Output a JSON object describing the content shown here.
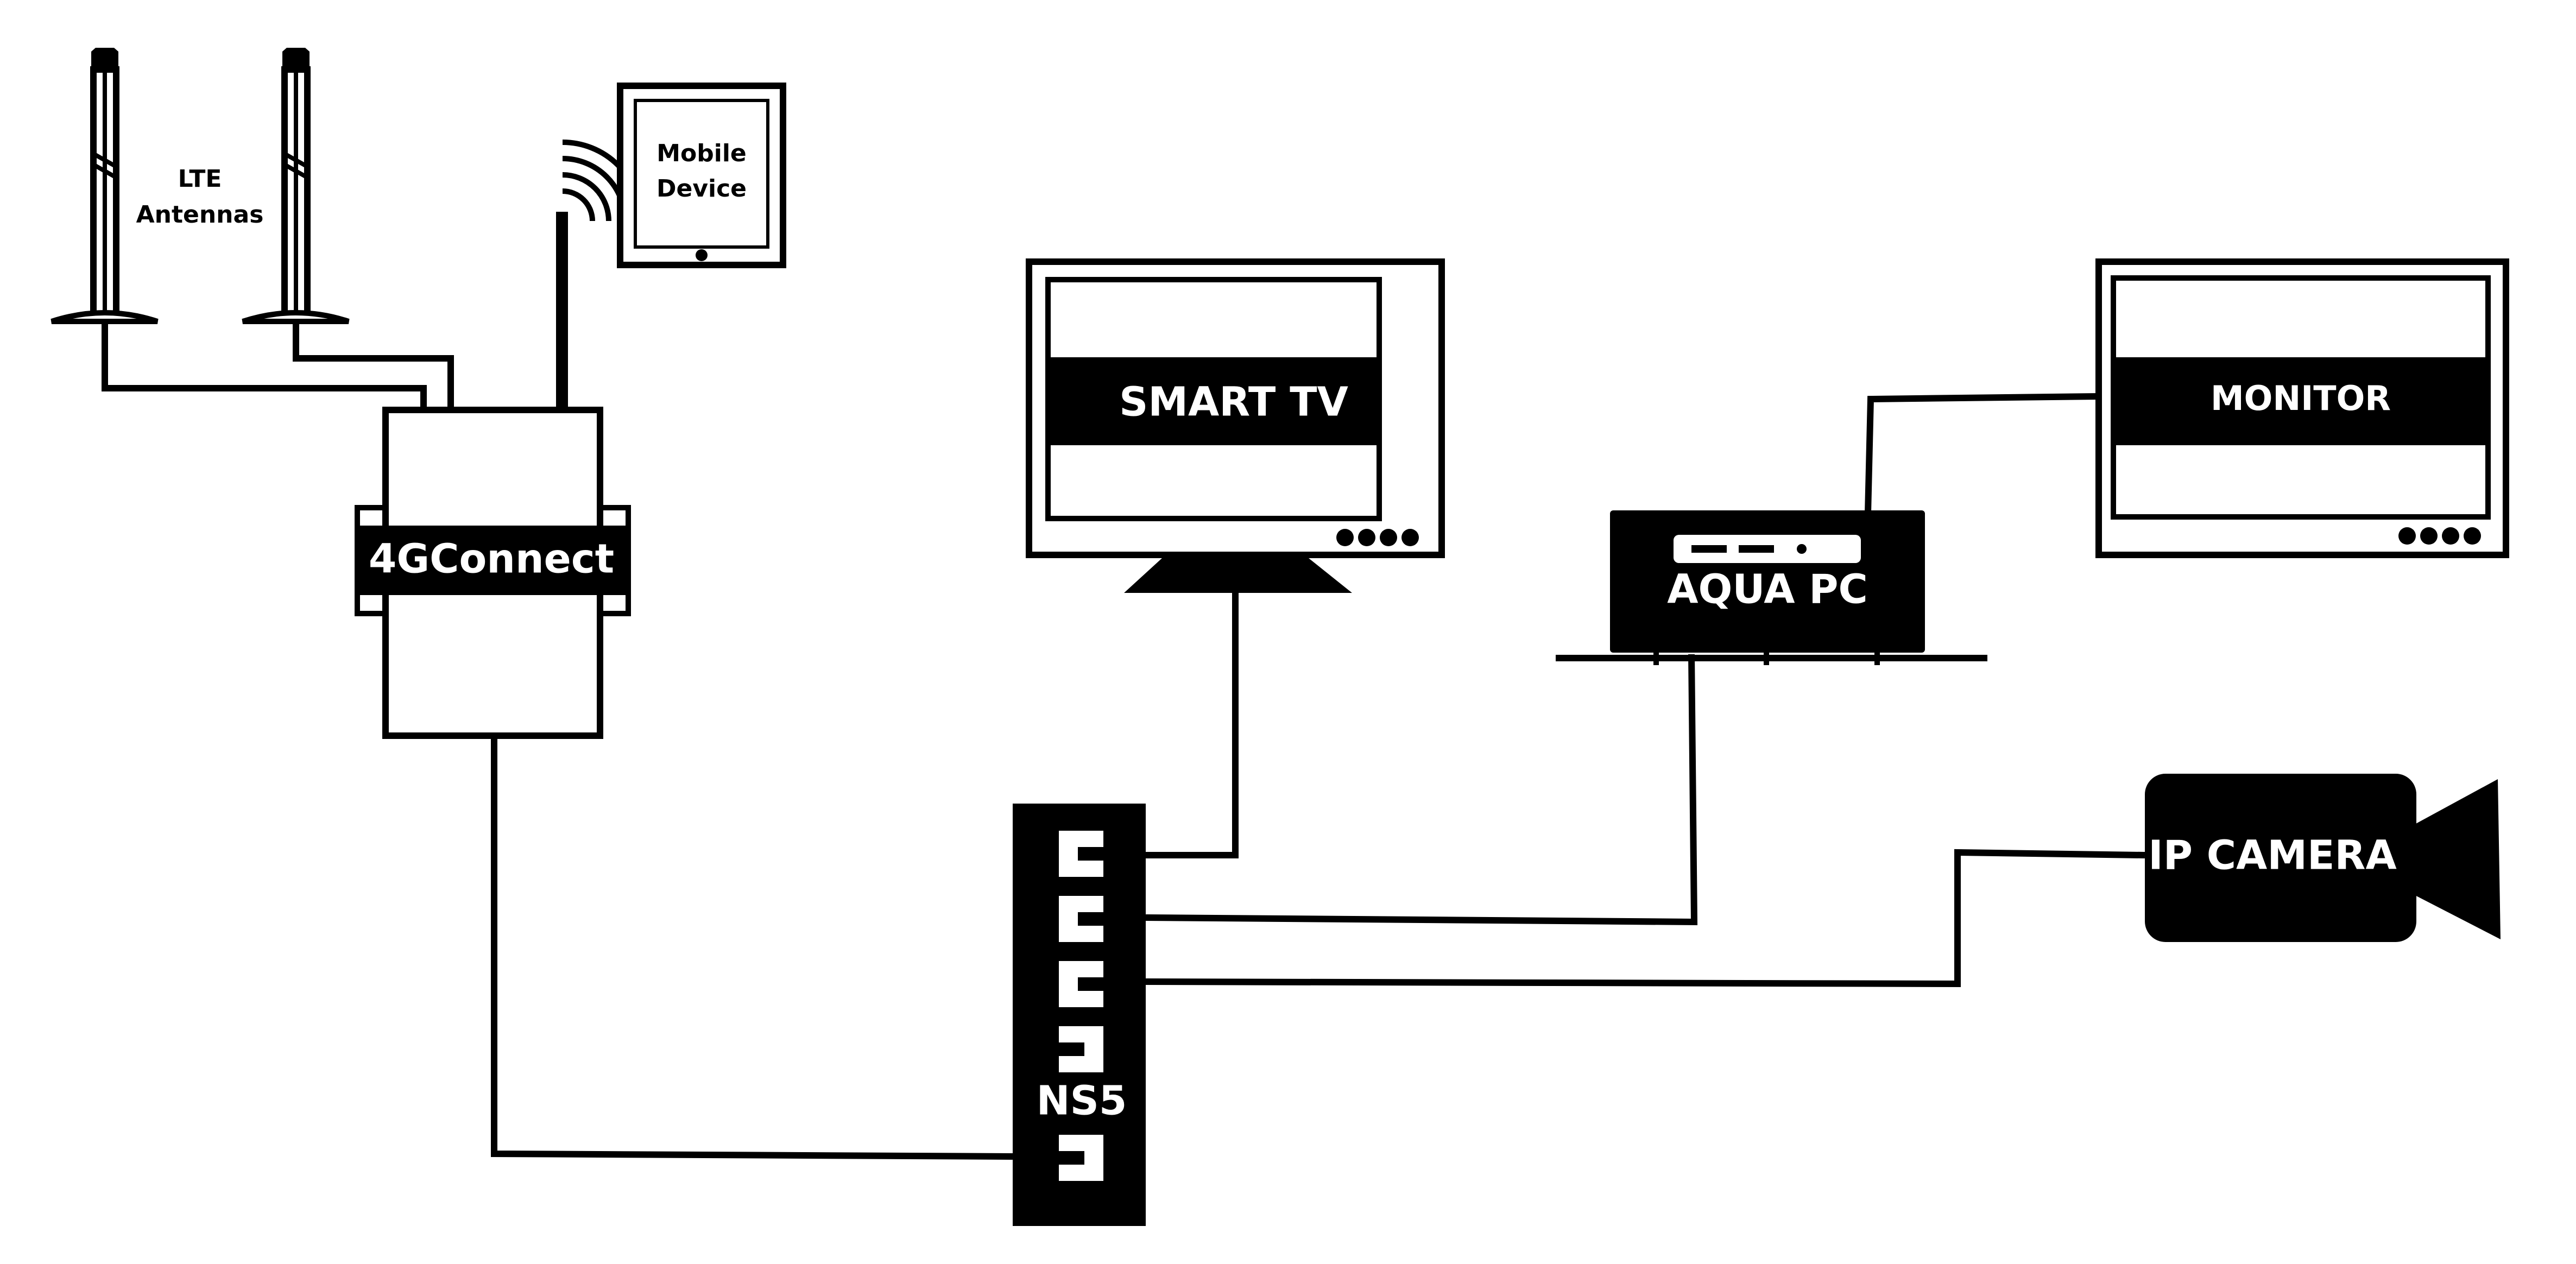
{
  "labels": {
    "lte_antennas_line1": "LTE",
    "lte_antennas_line2": "Antennas",
    "mobile_device_line1": "Mobile",
    "mobile_device_line2": "Device",
    "router": "4GConnect",
    "switch": "NS5",
    "smart_tv": "SMART TV",
    "aqua_pc": "AQUA PC",
    "monitor": "MONITOR",
    "ip_camera": "IP CAMERA"
  },
  "colors": {
    "ink": "#000000",
    "background": "#ffffff"
  }
}
